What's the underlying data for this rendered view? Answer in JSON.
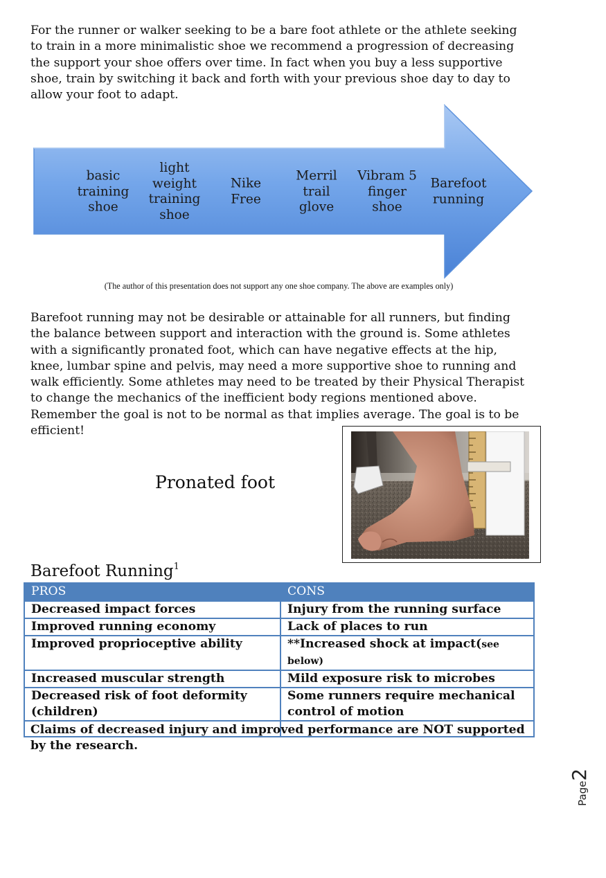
{
  "intro": "For the runner or walker seeking to be a bare foot athlete or the athlete seeking to train in a more minimalistic shoe we recommend a progression of decreasing the support your shoe offers over time.  In fact when you buy a less supportive shoe, train by switching it back and forth with your previous shoe day to day to allow your foot to adapt.",
  "progression": {
    "steps": [
      "basic training shoe",
      "light weight training shoe",
      "Nike Free",
      "Merril trail glove",
      "Vibram 5 finger shoe",
      "Barefoot running"
    ],
    "arrow_color": "#6a9ee6",
    "disclaimer": "(The author of this presentation does not support any one shoe company.  The above are examples only)"
  },
  "middle_paragraph": "Barefoot running may not be desirable or attainable for all runners, but finding the balance between support and interaction with the ground is.  Some athletes with a significantly pronated foot, which can have negative effects at the hip, knee, lumbar spine and pelvis, may need a more supportive shoe to running and walk efficiently.  Some athletes may need to be treated by their Physical Therapist to change the mechanics of the inefficient body regions mentioned above.  Remember the goal is not to be normal as that implies average.  The goal is to be efficient!",
  "figure": {
    "label": "Pronated foot"
  },
  "table": {
    "title": "Barefoot Running",
    "title_sup": "1",
    "header_color": "#4f81bd",
    "headers": [
      "PROS",
      "CONS"
    ],
    "rows": [
      {
        "pro": "Decreased impact forces",
        "con": "Injury from the running surface",
        "con_note": ""
      },
      {
        "pro": "Improved running economy",
        "con": "Lack of places to run",
        "con_note": ""
      },
      {
        "pro": "Improved proprioceptive ability",
        "con": "**Increased shock at impact(",
        "con_note": "see below)"
      },
      {
        "pro": "Increased muscular strength",
        "con": "Mild exposure risk to microbes",
        "con_note": ""
      },
      {
        "pro": "Decreased risk of foot deformity (children)",
        "con": "Some runners require mechanical control of motion",
        "con_note": ""
      }
    ]
  },
  "footer_note": "Claims of decreased injury and improved performance are NOT supported by the research.",
  "page": {
    "label": "Page",
    "number": "2"
  }
}
